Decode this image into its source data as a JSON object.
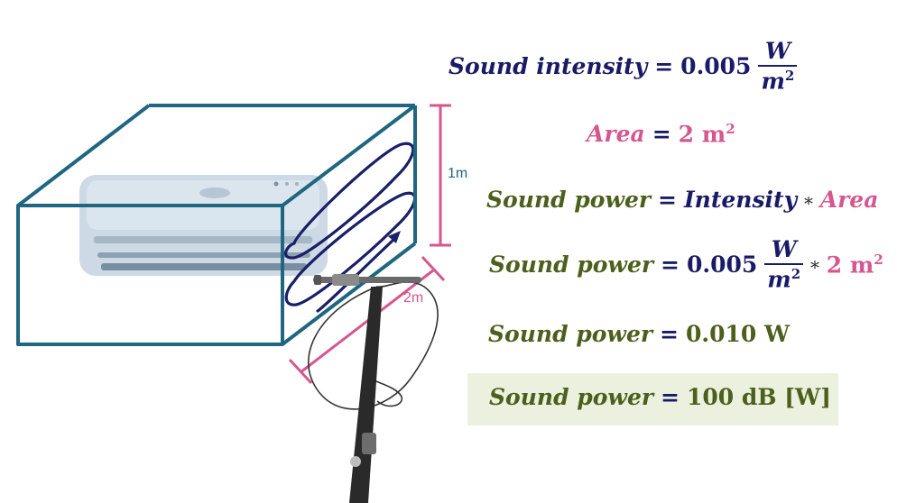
{
  "equations": {
    "intensity": {
      "lhs": "Sound intensity",
      "eq": "=",
      "value": "0.005",
      "num": "W",
      "den_base": "m",
      "den_exp": "2"
    },
    "area": {
      "lhs": "Area",
      "eq": "=",
      "value": "2 m",
      "exp": "2"
    },
    "power_def": {
      "lhs": "Sound power",
      "eq": "=",
      "term1": "Intensity",
      "op": "∗",
      "term2": "Area"
    },
    "power_sub": {
      "lhs": "Sound power",
      "eq": "=",
      "value": "0.005",
      "num": "W",
      "den_base": "m",
      "den_exp": "2",
      "op": "∗",
      "area": "2 m",
      "area_exp": "2"
    },
    "power_watts": {
      "lhs": "Sound power",
      "eq": "=",
      "value": "0.010 W"
    },
    "power_db": {
      "lhs": "Sound power",
      "eq": "=",
      "value": "100 dB [W]"
    }
  },
  "dimensions": {
    "height": "1m",
    "width": "2m"
  },
  "colors": {
    "navy": "#1a1a66",
    "pink": "#d6578f",
    "olive": "#4d5f1c",
    "box": "#1f6680",
    "highlight": "#ebf1de"
  }
}
